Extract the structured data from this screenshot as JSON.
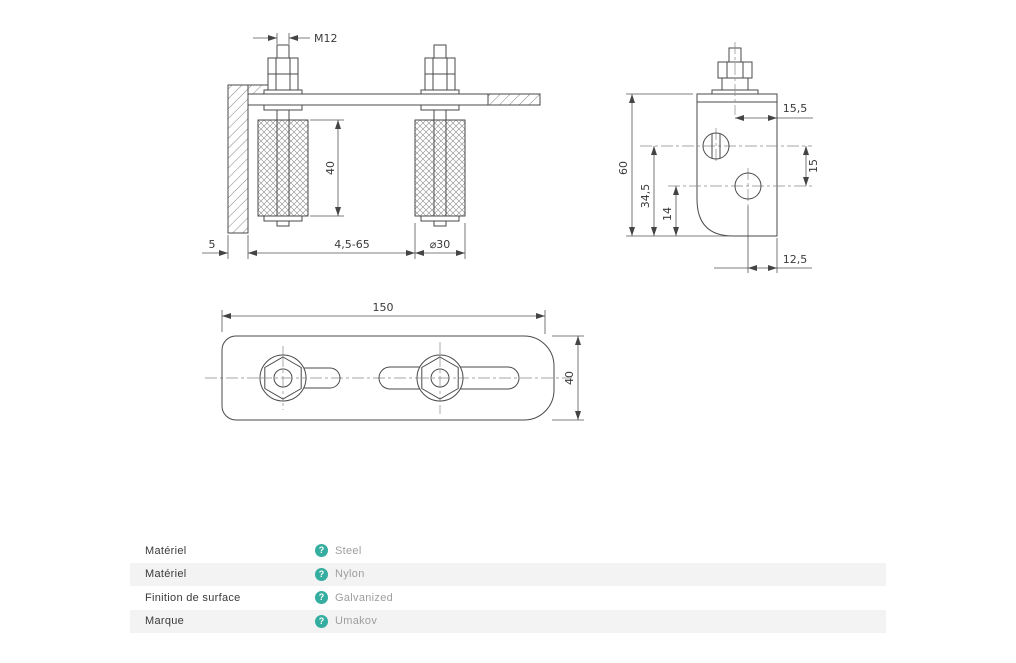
{
  "drawing": {
    "front_view": {
      "thread": "M12",
      "roller_height": "40",
      "wall_thickness": "5",
      "adjustment_range": "4,5-65",
      "roller_diameter": "⌀30"
    },
    "side_view": {
      "total_height": "60",
      "hole1_offset": "34,5",
      "hole2_bottom_offset": "14",
      "top_edge_offset": "15,5",
      "hole_spacing": "15",
      "bottom_edge_offset": "12,5"
    },
    "plan_view": {
      "plate_length": "150",
      "plate_width": "40"
    }
  },
  "specs": {
    "rows": [
      {
        "label": "Matériel",
        "value": "Steel"
      },
      {
        "label": "Matériel",
        "value": "Nylon"
      },
      {
        "label": "Finition de surface",
        "value": "Galvanized"
      },
      {
        "label": "Marque",
        "value": "Umakov"
      }
    ]
  },
  "icons": {
    "help": "?"
  },
  "colors": {
    "accent_teal": "#35ada0",
    "row_alt_bg": "#f3f3f3",
    "label_text": "#3a3a3a",
    "value_text": "#9e9e9e",
    "line": "#4a4a4a"
  }
}
